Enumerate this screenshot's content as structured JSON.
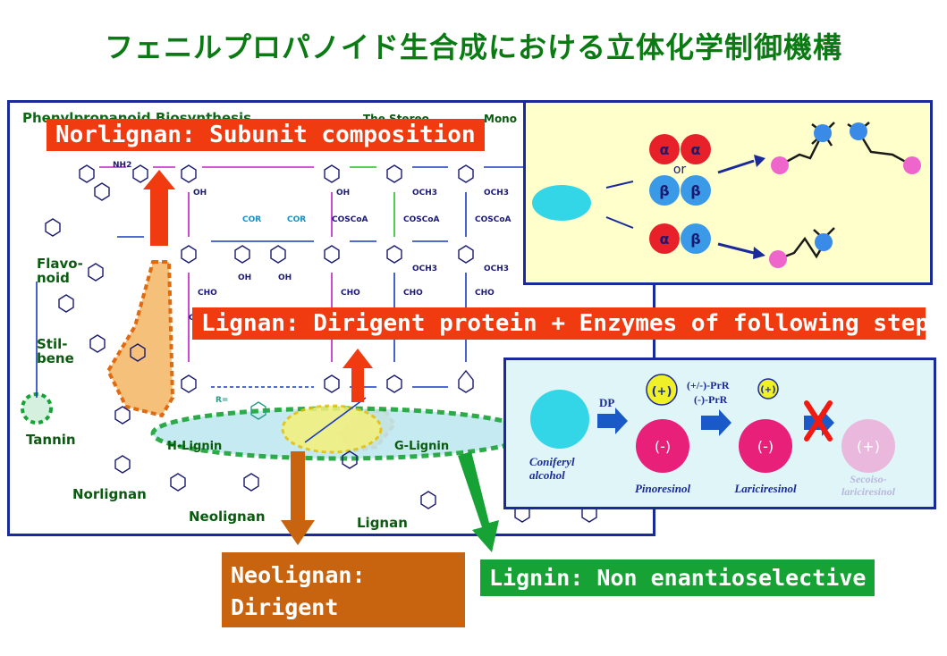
{
  "title": "フェニルプロパノイド生合成における立体化学制御機構",
  "scheme": {
    "header": "Phenylpropanoid Biosynthesis",
    "header_right_a": "The Stereo",
    "header_right_b": "Mono",
    "flavonoid_label": "Flavo-\nnoid",
    "stilbene_label": "Stil-\nbene",
    "tannin_label": "Tannin",
    "norlignan_label": "Norlignan",
    "neolignan_label": "Neolignan",
    "lignan_label": "Lignan",
    "h_lignin_label": "H-Lignin",
    "g_lignin_label": "G-Lignin",
    "chem_labels": [
      "NH2",
      "OH",
      "COSCoA",
      "COR",
      "CHO",
      "OCH3",
      "R="
    ]
  },
  "callouts": {
    "norlignan": "Norlignan: Subunit composition",
    "lignan": "Lignan: Dirigent protein + Enzymes of following steps",
    "neolignan_line1": "Neolignan:",
    "neolignan_line2": "Dirigent protein?",
    "lignin": "Lignin: Non enantioselective"
  },
  "selectivity_panel": {
    "alpha": "α",
    "beta": "β",
    "or": "or"
  },
  "lignan_path_panel": {
    "dp": "DP",
    "coniferyl_line1": "Coniferyl",
    "coniferyl_line2": "alcohol",
    "pinoresinol": "Pinoresinol",
    "lariciresinol": "Lariciresinol",
    "secoiso_line1": "Secoiso-",
    "secoiso_line2": "lariciresinol",
    "minus": "(-)",
    "plus": "(+)",
    "prr_pm": "(+/-)-PrR",
    "prr_m": "(-)-PrR"
  },
  "colors": {
    "title_green": "#0a7a12",
    "callout_red": "#f03a10",
    "callout_brown": "#c86410",
    "callout_green": "#16a235",
    "frame_blue": "#1a2a9a"
  }
}
